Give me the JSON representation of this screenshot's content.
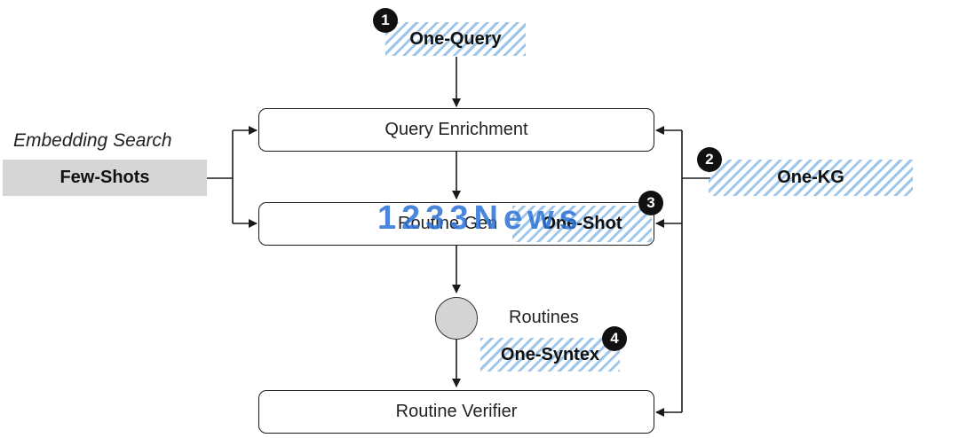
{
  "nodes": {
    "query_enrichment": "Query Enrichment",
    "routine_generation": "Routine Gen",
    "routine_verifier": "Routine Verifier"
  },
  "annotations": {
    "embedding_search": "Embedding Search",
    "few_shots": "Few-Shots",
    "routines": "Routines"
  },
  "highlights": {
    "one_query": "One-Query",
    "one_kg": "One-KG",
    "one_shot": "One-Shot",
    "one_syntex": "One-Syntex"
  },
  "badges": {
    "b1": "1",
    "b2": "2",
    "b3": "3",
    "b4": "4"
  },
  "watermark": "1233News",
  "colors": {
    "hatch": "#9ec5ea",
    "gray_box": "#d6d6d6",
    "watermark": "#2b72d6"
  }
}
